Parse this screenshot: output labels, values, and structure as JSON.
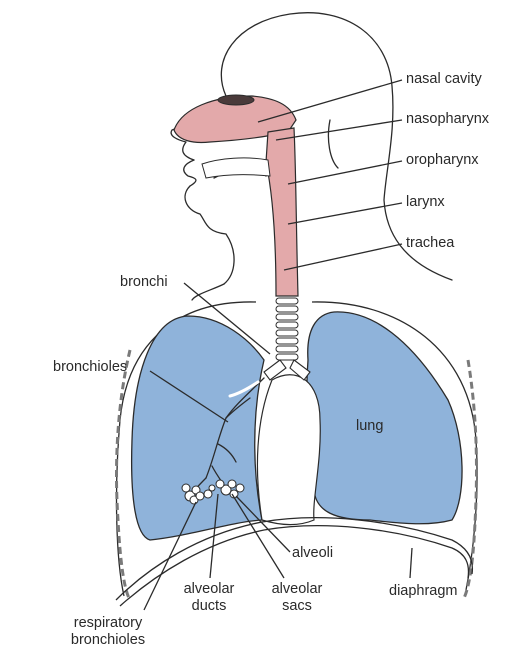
{
  "labels": {
    "nasal_cavity": "nasal cavity",
    "nasopharynx": "nasopharynx",
    "oropharynx": "oropharynx",
    "larynx": "larynx",
    "trachea": "trachea",
    "bronchi": "bronchi",
    "bronchioles": "bronchioles",
    "lung": "lung",
    "alveoli": "alveoli",
    "alveolar_ducts_l1": "alveolar",
    "alveolar_ducts_l2": "ducts",
    "alveolar_sacs_l1": "alveolar",
    "alveolar_sacs_l2": "sacs",
    "diaphragm": "diaphragm",
    "respiratory_bronchioles_l1": "respiratory",
    "respiratory_bronchioles_l2": "bronchioles"
  },
  "colors": {
    "airway": "#e3a9aa",
    "lung": "#8fb3da",
    "outline": "#2b2b2b"
  }
}
